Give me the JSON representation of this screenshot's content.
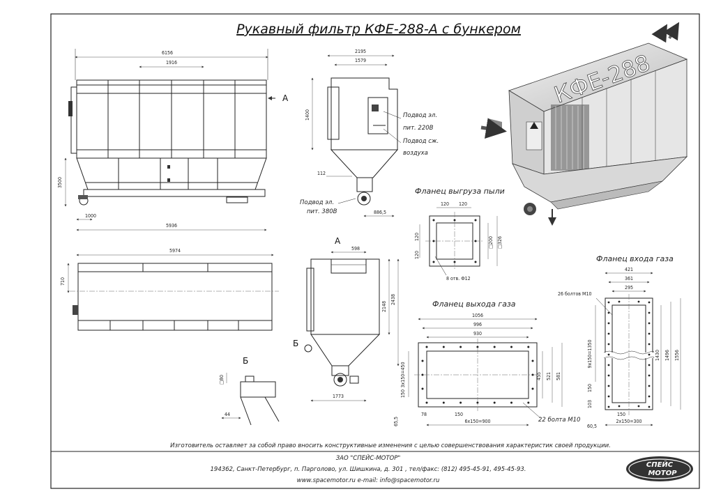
{
  "title": "Рукавный фильтр КФЕ-288-А с бункером",
  "front_view": {
    "dims": {
      "total_width": "6156",
      "top_section": "1916",
      "bottom_width": "5936",
      "height": "3500",
      "offset": "1000"
    },
    "section_marker": "А"
  },
  "side_view": {
    "dims": {
      "width": "2195",
      "inner": "1579",
      "height": "1400",
      "bottom": "112",
      "depth": "886,5"
    },
    "callouts": {
      "power_220_line1": "Подвод эл.",
      "power_220_line2": "пит. 220В",
      "air_line1": "Подвод сж.",
      "air_line2": "воздуха",
      "power_380_line1": "Подвод эл.",
      "power_380_line2": "пит. 380В"
    }
  },
  "plan_view": {
    "dims": {
      "length": "5974",
      "height": "710"
    }
  },
  "view_a": {
    "label": "А",
    "dims": {
      "top": "598",
      "h1": "2148",
      "h2": "2438",
      "bottom": "1773"
    },
    "detail_marker": "Б"
  },
  "detail_b": {
    "label": "Б",
    "dims": {
      "square": "□80",
      "offset": "44"
    }
  },
  "flange_dust": {
    "title": "Фланец выгруза пыли",
    "dims": {
      "top1": "120",
      "top2": "120",
      "left1": "120",
      "left2": "120",
      "sq1": "□200",
      "sq2": "□326",
      "holes": "8 отв. Ф12"
    }
  },
  "flange_gas_out": {
    "title": "Фланец выхода газа",
    "dims": {
      "w1": "1056",
      "w2": "996",
      "w3": "930",
      "left_pitch": "3х150=450",
      "left_150": "150",
      "bottom_65": "65,5",
      "bottom_78": "78",
      "bottom_150": "150",
      "bottom_total": "6х150=900",
      "h1": "455",
      "h2": "521",
      "h3": "581",
      "bolts": "22 болта М10"
    }
  },
  "flange_gas_in": {
    "title": "Фланец входа газа",
    "dims": {
      "w1": "421",
      "w2": "361",
      "w3": "295",
      "bolts": "26 болтов М10",
      "left_pitch": "9х150=1350",
      "left_150": "150",
      "left_103": "103",
      "h1": "1430",
      "h2": "1496",
      "h3": "1556",
      "bottom_150": "150",
      "bottom_605": "60,5",
      "bottom_total": "2х150=300"
    }
  },
  "disclaimer": "Изготовитель оставляет за собой право вносить конструктивные изменения с целью совершенствования характеристик своей продукции.",
  "company": {
    "name": "ЗАО \"СПЕЙС-МОТОР\"",
    "address": "194362, Санкт-Петербург, п. Парголово, ул. Шишкина, д. 301 , тел/факс: (812) 495-45-91, 495-45-93.",
    "web": "www.spacemotor.ru   e-mail: info@spacemotor.ru",
    "logo_line1": "СПЕЙС",
    "logo_line2": "МОТОР"
  },
  "model_3d_label": "КФЕ-288"
}
